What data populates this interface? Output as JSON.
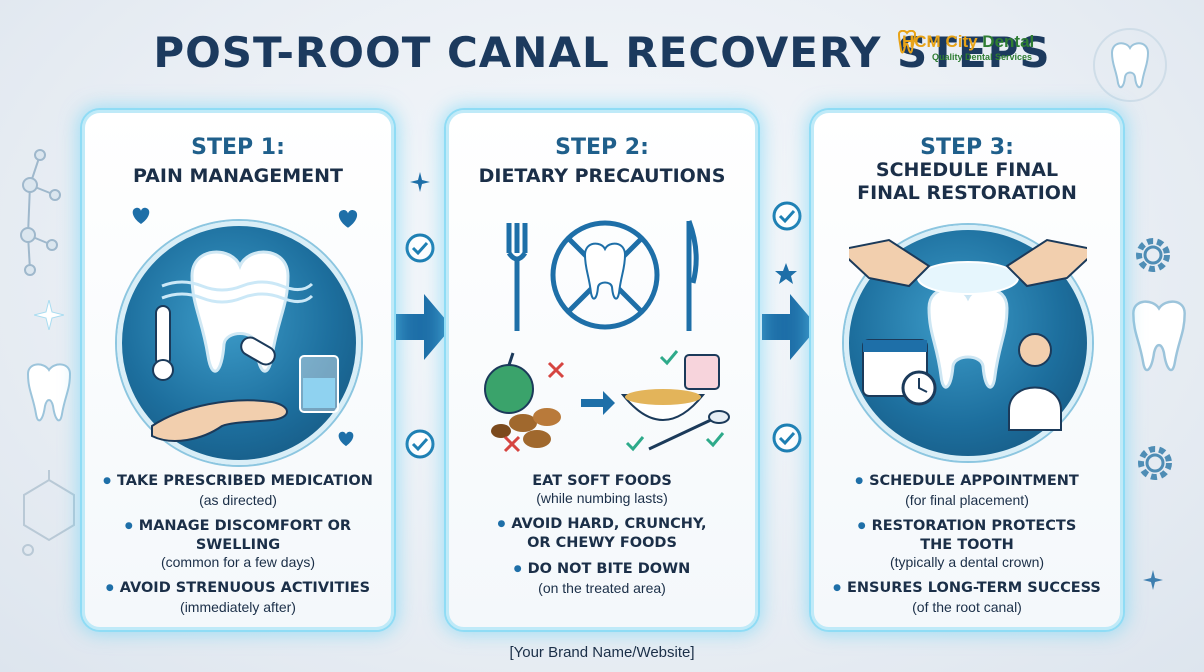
{
  "title": "POST-ROOT CANAL RECOVERY STEPS",
  "brand": {
    "name_part1": "HCM City",
    "name_part2": " Dental",
    "tagline": "Quality Dental Services"
  },
  "steps": [
    {
      "label": "STEP 1:",
      "title_lines": [
        "PAIN MANAGEMENT"
      ],
      "illustration": "tooth-pain-relief-icon",
      "bullets": [
        {
          "main": "TAKE PRESCRIBED MEDICATION",
          "sub": "(as directed)"
        },
        {
          "main": "MANAGE DISCOMFORT OR",
          "main2": "SWELLING",
          "sub": "(common for a few days)"
        },
        {
          "main": "AVOID STRENUOUS ACTIVITIES",
          "sub": "(immediately after)"
        }
      ]
    },
    {
      "label": "STEP 2:",
      "title_lines": [
        "DIETARY PRECAUTIONS"
      ],
      "illustration": "no-biting-tooth-icon",
      "bullets": [
        {
          "main": "EAT SOFT FOODS",
          "sub": "(while numbing lasts)"
        },
        {
          "main": "AVOID HARD, CRUNCHY,",
          "main2": "OR CHEWY FOODS",
          "sub": ""
        },
        {
          "main": "DO NOT BITE DOWN",
          "sub": "(on the treated area)"
        }
      ]
    },
    {
      "label": "STEP 3:",
      "title_lines": [
        "SCHEDULE FINAL",
        "FINAL RESTORATION"
      ],
      "illustration": "dental-crown-placement-icon",
      "bullets": [
        {
          "main": "SCHEDULE APPOINTMENT",
          "sub": "(for final placement)"
        },
        {
          "main": "RESTORATION PROTECTS",
          "main2": "THE TOOTH",
          "sub": "(typically a dental crown)"
        },
        {
          "main": "ENSURES LONG-TERM SUCCESS",
          "sub": "(of the root canal)"
        }
      ]
    }
  ],
  "footer": "[Your Brand Name/Website]",
  "colors": {
    "title": "#1c3a5e",
    "accent": "#1e6fa8",
    "glow": "#8fdcf5",
    "check": "#1e7fb3",
    "cross": "#d64541"
  }
}
